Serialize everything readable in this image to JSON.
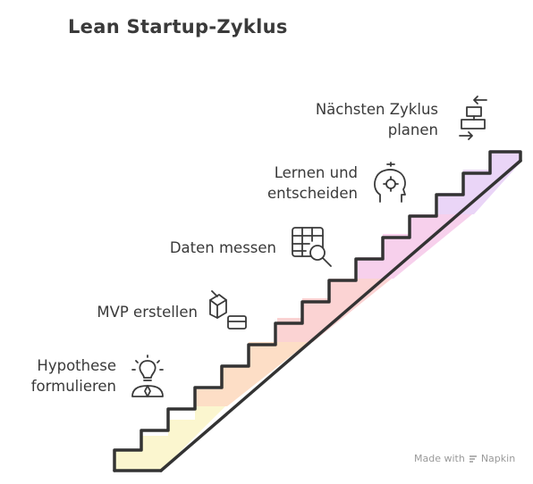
{
  "title": "Lean Startup-Zyklus",
  "steps": [
    {
      "line1": "Hypothese",
      "line2": "formulieren",
      "icon": "lightbulb-person-icon",
      "color": "#fbf6cf"
    },
    {
      "line1": "MVP erstellen",
      "line2": "",
      "icon": "box-package-icon",
      "color": "#fddec6"
    },
    {
      "line1": "Daten messen",
      "line2": "",
      "icon": "table-magnifier-icon",
      "color": "#fbd3d3"
    },
    {
      "line1": "Lernen und",
      "line2": "entscheiden",
      "icon": "head-gear-icon",
      "color": "#f7d0ec"
    },
    {
      "line1": "Nächsten Zyklus",
      "line2": "planen",
      "icon": "arrows-blocks-icon",
      "color": "#ead5f7"
    }
  ],
  "watermark": {
    "prefix": "Made with",
    "brand": "Napkin"
  }
}
